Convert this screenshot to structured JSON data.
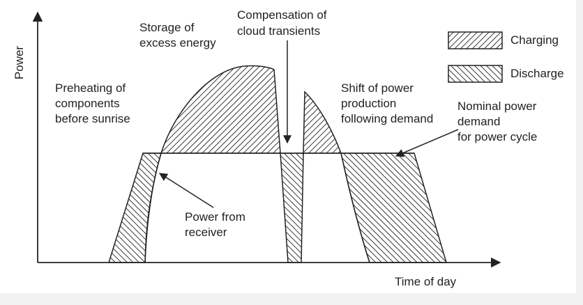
{
  "axes": {
    "y_label": "Power",
    "x_label": "Time of day"
  },
  "legend": {
    "charging": "Charging",
    "discharge": "Discharge"
  },
  "annotations": {
    "preheating": [
      "Preheating of",
      "components",
      "before sunrise"
    ],
    "storage": [
      "Storage of",
      "excess energy"
    ],
    "compensation": [
      "Compensation of",
      "cloud transients"
    ],
    "shift": [
      "Shift of power",
      "production",
      "following demand"
    ],
    "nominal": [
      "Nominal power",
      "demand",
      "for power cycle"
    ],
    "receiver": [
      "Power from",
      "receiver"
    ]
  },
  "colors": {
    "ink": "#222222",
    "background": "#ffffff",
    "frame": "#f2f2f2"
  }
}
